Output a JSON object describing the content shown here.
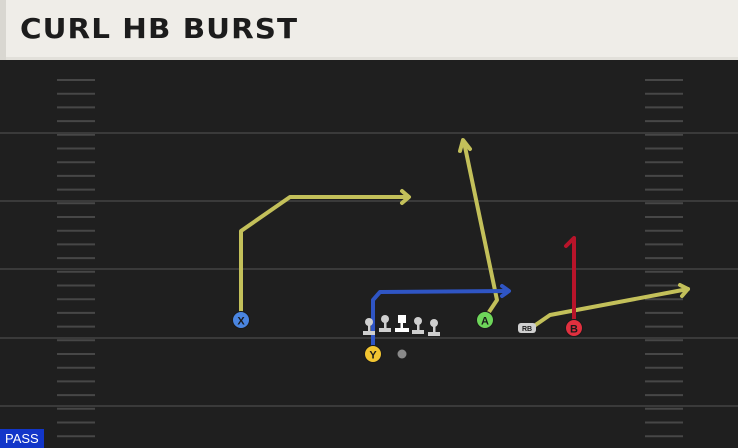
{
  "play": {
    "title": "CURL HB BURST",
    "type_badge": "PASS"
  },
  "players": {
    "x": {
      "label": "X",
      "color": "#4a85e0"
    },
    "y": {
      "label": "Y",
      "color": "#f2c531"
    },
    "a": {
      "label": "A",
      "color": "#6ed65a"
    },
    "b": {
      "label": "B",
      "color": "#e1303f"
    },
    "rb": {
      "label": "RB",
      "color": "#cfcfcf"
    }
  },
  "routes": {
    "yellow": "#c3c05a",
    "blue": "#2f55c4",
    "red": "#b8142a"
  },
  "field_colors": {
    "background": "#1f1f1f",
    "yard_line": "#3a3a3a",
    "hash_mark": "#4a4a4a"
  }
}
